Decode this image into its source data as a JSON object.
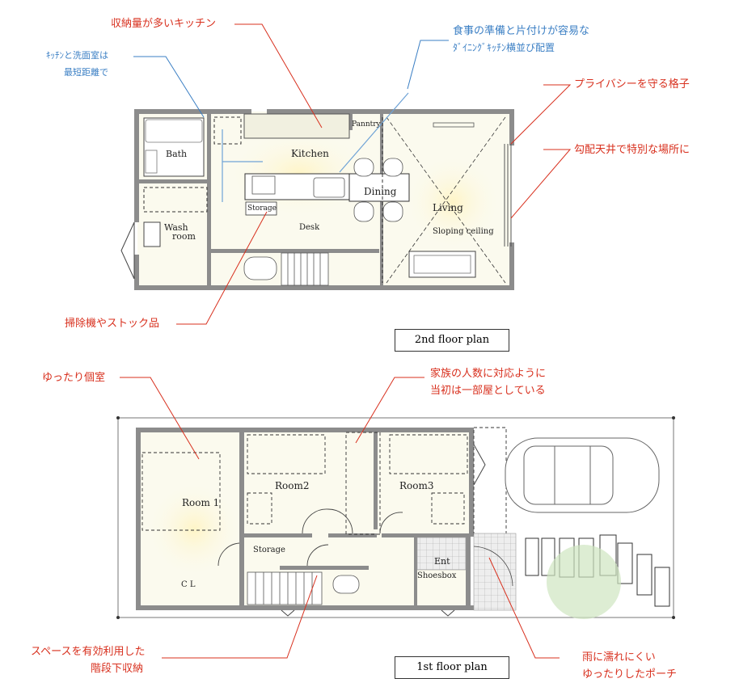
{
  "plan_titles": {
    "second": "2nd floor plan",
    "first": "1st floor plan"
  },
  "rooms_2f": {
    "bath": "Bath",
    "wash": "Wash",
    "wash2": "room",
    "kitchen": "Kitchen",
    "pantry": "Panntry",
    "dining": "Dining",
    "living": "Living",
    "sloping": "Sloping ceiling",
    "storage": "Storage",
    "desk": "Desk"
  },
  "rooms_1f": {
    "room1": "Room 1",
    "room2": "Room2",
    "room3": "Room3",
    "storage": "Storage",
    "ent": "Ent",
    "shoesbox": "Shoesbox",
    "cl": "C L"
  },
  "annotations": {
    "kitchen_storage": "収納量が多いキッチン",
    "kitchen_wash_1": "ｷｯﾁﾝと洗面室は",
    "kitchen_wash_2": "最短距離で",
    "dining_1": "食事の準備と片付けが容易な",
    "dining_2": "ﾀﾞｲﾆﾝｸﾞｷｯﾁﾝ横並び配置",
    "privacy": "プライバシーを守る格子",
    "sloping": "勾配天井で特別な場所に",
    "cleaner": "掃除機やストック品",
    "room": "ゆったり個室",
    "family_1": "家族の人数に対応ように",
    "family_2": "当初は一部屋としている",
    "stair_1": "スペースを有効利用した",
    "stair_2": "階段下収納",
    "porch_1": "雨に濡れにくい",
    "porch_2": "ゆったりしたポーチ"
  },
  "colors": {
    "annotation_red": "#d8301e",
    "annotation_blue": "#3b7fc4",
    "wall": "#8c8c8c",
    "floor": "#fbfaee",
    "tree": "#cfe6c1"
  }
}
